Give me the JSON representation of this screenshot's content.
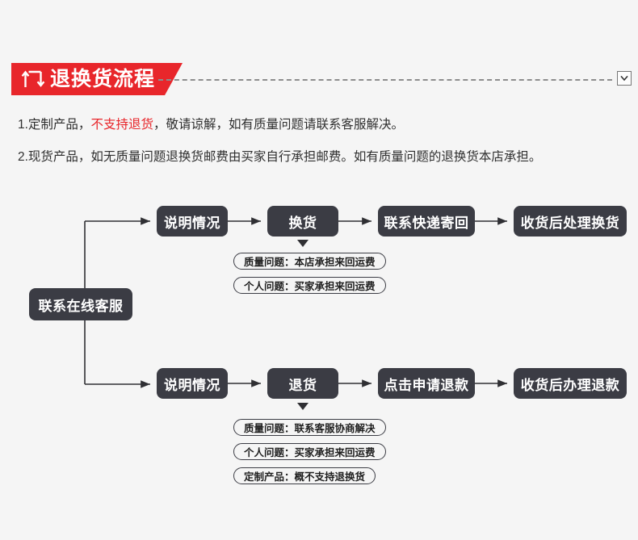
{
  "header": {
    "title": "退换货流程",
    "icon": "return-exchange-icon",
    "collapse_icon": "chevron-down-icon",
    "banner_color": "#e8262b",
    "dash_color": "#8d8d8d"
  },
  "notices": [
    {
      "prefix": "1.定制产品，",
      "highlight": "不支持退货",
      "suffix": "，敬请谅解，如有质量问题请联系客服解决。",
      "highlight_color": "#e8262b"
    },
    {
      "prefix": "2.现货产品，如无质量问题退换货邮费由买家自行承担邮费。如有质量问题的退换货本店承担。",
      "highlight": "",
      "suffix": ""
    }
  ],
  "flow": {
    "node_color": "#3b3c44",
    "start": {
      "label": "联系在线客服"
    },
    "branches": [
      {
        "name": "exchange",
        "steps": [
          {
            "label": "说明情况"
          },
          {
            "label": "换货"
          },
          {
            "label": "联系快递寄回"
          },
          {
            "label": "收货后处理换货"
          }
        ],
        "notes": [
          {
            "label": "质量问题：本店承担来回运费"
          },
          {
            "label": "个人问题：买家承担来回运费"
          }
        ]
      },
      {
        "name": "return",
        "steps": [
          {
            "label": "说明情况"
          },
          {
            "label": "退货"
          },
          {
            "label": "点击申请退款"
          },
          {
            "label": "收货后办理退款"
          }
        ],
        "notes": [
          {
            "label": "质量问题：联系客服协商解决"
          },
          {
            "label": "个人问题：买家承担来回运费"
          },
          {
            "label": "定制产品：概不支持退换货"
          }
        ]
      }
    ]
  }
}
